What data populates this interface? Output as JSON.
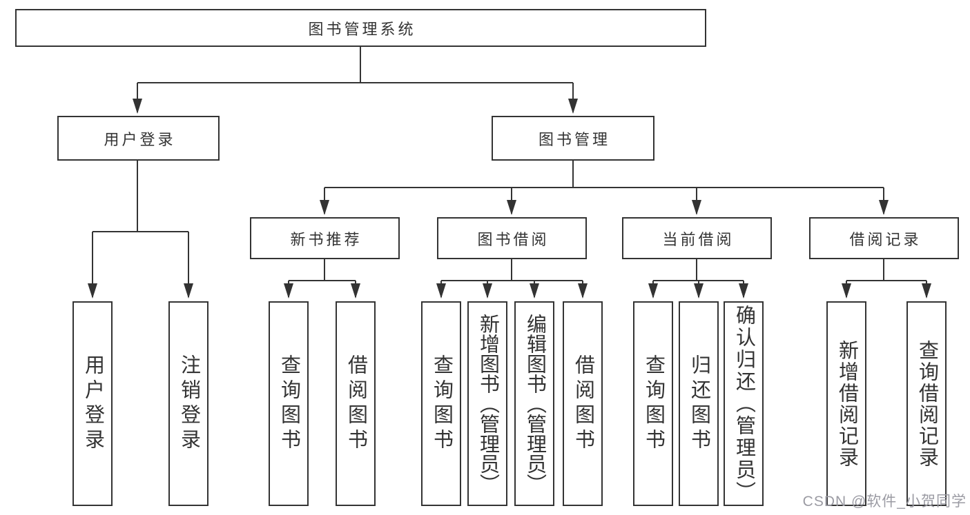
{
  "diagram": {
    "root": "图书管理系统",
    "level2": [
      "用户登录",
      "图书管理"
    ],
    "level3": [
      "新书推荐",
      "图书借阅",
      "当前借阅",
      "借阅记录"
    ],
    "leaves": {
      "user_login": [
        "用户登录",
        "注销登录"
      ],
      "new_book": [
        "查询图书",
        "借阅图书"
      ],
      "book_borrow": [
        "查询图书",
        "新增图书（管理员）",
        "编辑图书（管理员）",
        "借阅图书"
      ],
      "current_borrow": [
        "查询图书",
        "归还图书",
        "确认归还（管理员）"
      ],
      "borrow_record": [
        "新增借阅记录",
        "查询借阅记录"
      ]
    }
  },
  "watermark": "CSDN @软件_小贺同学",
  "colors": {
    "line": "#333333",
    "text": "#333333",
    "background": "#ffffff",
    "watermark_text": "#9b9ba3"
  }
}
